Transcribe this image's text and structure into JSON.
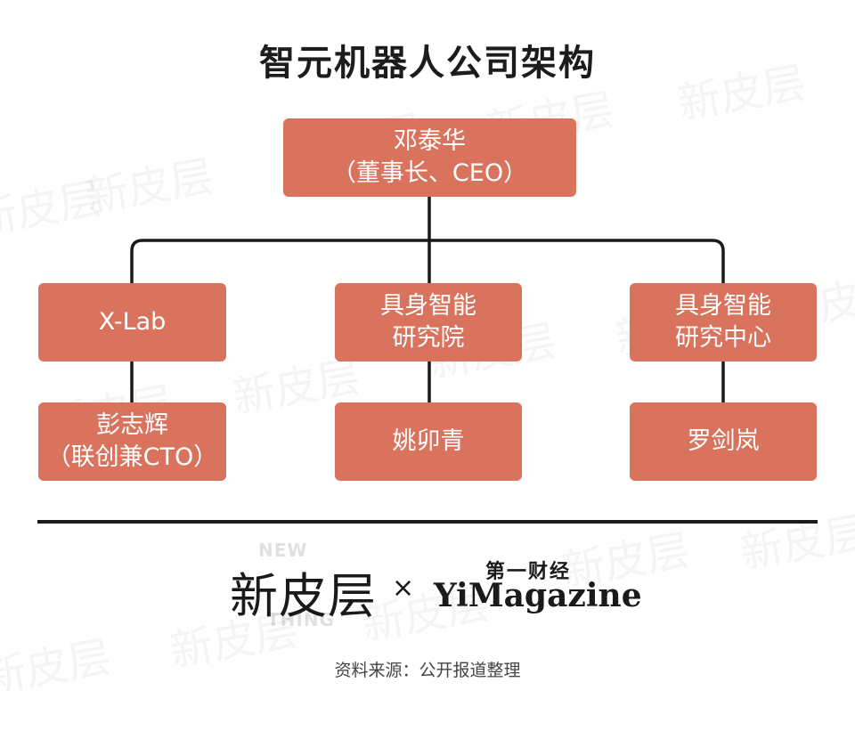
{
  "title": "智元机器人公司架构",
  "root": {
    "line1": "邓泰华",
    "line2": "（董事长、CEO）"
  },
  "branches": [
    {
      "unit": [
        "X-Lab"
      ],
      "lead": [
        "彭志辉",
        "（联创兼CTO）"
      ]
    },
    {
      "unit": [
        "具身智能",
        "研究院"
      ],
      "lead": [
        "姚卯青"
      ]
    },
    {
      "unit": [
        "具身智能",
        "研究中心"
      ],
      "lead": [
        "罗剑岚"
      ]
    }
  ],
  "watermark_text": "新皮层",
  "footer": {
    "logo_left": "新皮层",
    "logo_left_en_top": "NEW",
    "logo_left_en_bottom": "THING",
    "times": "×",
    "logo_right_cn": "第一财经",
    "logo_right_en": "YiMagazine",
    "source": "资料来源：公开报道整理"
  },
  "colors": {
    "node_fill": "#d9735d",
    "node_text": "#ffffff",
    "line": "#1a1a1a"
  }
}
